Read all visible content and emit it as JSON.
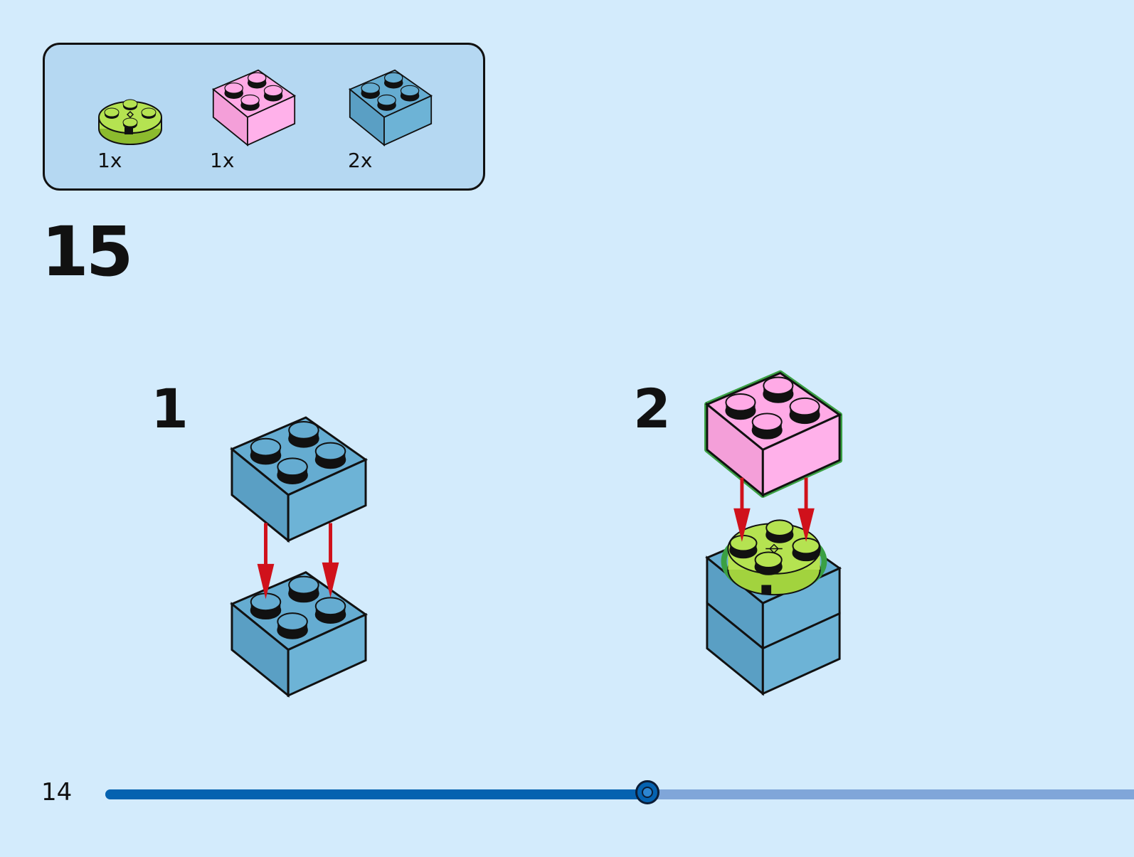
{
  "parts": {
    "items": [
      {
        "name": "round-plate-2x2",
        "color": "#b5e351",
        "qty": "1x"
      },
      {
        "name": "brick-2x2",
        "color": "#ffaae6",
        "qty": "1x"
      },
      {
        "name": "brick-2x2",
        "color": "#65acd1",
        "qty": "2x"
      }
    ]
  },
  "step": {
    "number": "15"
  },
  "substeps": [
    {
      "label": "1"
    },
    {
      "label": "2"
    }
  ],
  "colors": {
    "background": "#d3ebfc",
    "parts_box": "#b5d8f2",
    "blue_brick": "#65acd1",
    "pink_brick": "#ffaae6",
    "green_plate": "#b5e351",
    "arrow": "#d0111b",
    "highlight": "#3aa043"
  },
  "footer": {
    "page_number": "14",
    "progress": 0.527
  }
}
